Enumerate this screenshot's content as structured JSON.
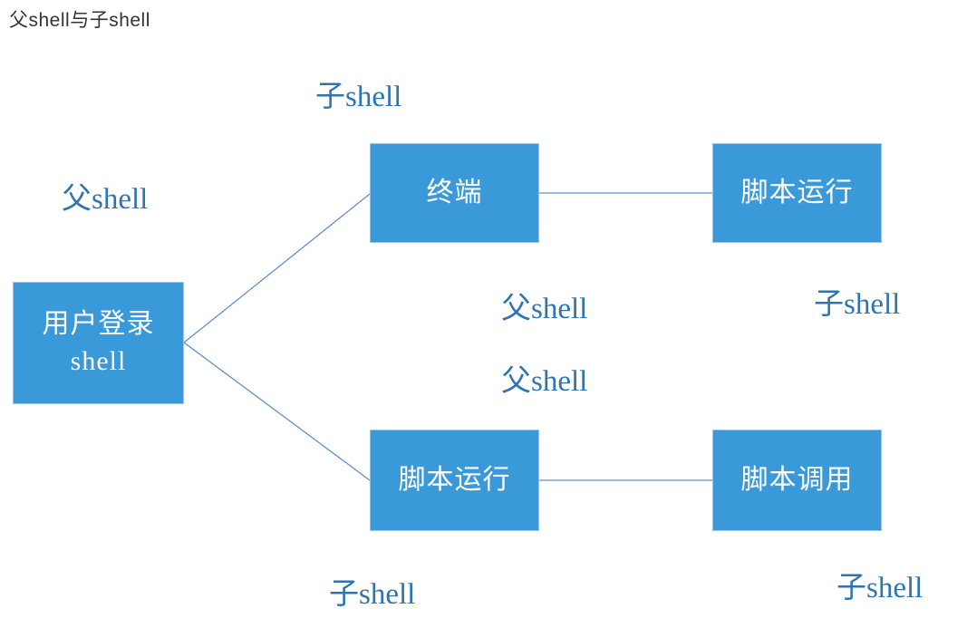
{
  "title": "父shell与子shell",
  "colors": {
    "box_fill": "#3A99D9",
    "box_border": "#9DC3E6",
    "box_text": "#FFFFFF",
    "label_text": "#2E74B5",
    "connector": "#6191C8",
    "title_text": "#333333",
    "background": "#FFFFFF"
  },
  "nodes": [
    {
      "id": "user-login-shell",
      "label": "用户登录\nshell"
    },
    {
      "id": "terminal",
      "label": "终端"
    },
    {
      "id": "script-run-right",
      "label": "脚本运行"
    },
    {
      "id": "script-run-bottom",
      "label": "脚本运行"
    },
    {
      "id": "script-call",
      "label": "脚本调用"
    }
  ],
  "labels": [
    {
      "id": "parent-shell-left",
      "text": "父shell"
    },
    {
      "id": "child-shell-top",
      "text": "子shell"
    },
    {
      "id": "parent-shell-middle-upper",
      "text": "父shell"
    },
    {
      "id": "parent-shell-middle-lower",
      "text": "父shell"
    },
    {
      "id": "child-shell-right",
      "text": "子shell"
    },
    {
      "id": "child-shell-bottom-middle",
      "text": "子shell"
    },
    {
      "id": "child-shell-bottom-right",
      "text": "子shell"
    }
  ],
  "edges": [
    {
      "from": "user-login-shell",
      "to": "terminal"
    },
    {
      "from": "user-login-shell",
      "to": "script-run-bottom"
    },
    {
      "from": "terminal",
      "to": "script-run-right"
    },
    {
      "from": "script-run-bottom",
      "to": "script-call"
    }
  ]
}
